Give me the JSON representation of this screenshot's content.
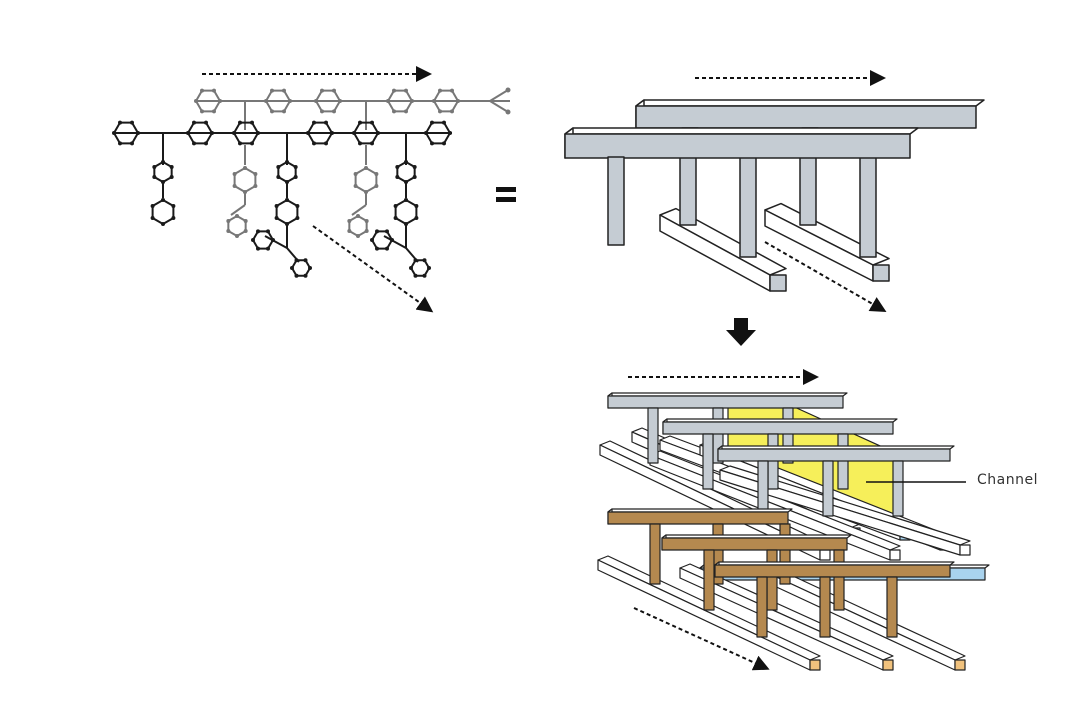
{
  "figure": {
    "panels": [
      {
        "id": "molecular-structure",
        "description": "Polymer backbone with phenyl rings and pendant side chains, two layers (black front, grey back)"
      },
      {
        "id": "schematic-single-layer",
        "description": "Simplified 3D T-beam schematic of the polymer layer pair"
      },
      {
        "id": "stacked-assembly",
        "description": "Stacked 3D assembly of grey, blue and orange comb layers forming a channel"
      }
    ],
    "symbols": {
      "equals": "=",
      "down_arrow": "down-arrow"
    },
    "annotations": {
      "channel_label": "Channel"
    },
    "colors": {
      "backbone_front": "#1a1a1a",
      "backbone_back": "#777777",
      "beam_grey": "#c5ccd3",
      "beam_blue": "#a9d3ee",
      "beam_white": "#ffffff",
      "beam_brown": "#b5894f",
      "beam_orange": "#f1c27d",
      "channel_yellow": "#f4ec3d",
      "outline": "#222222"
    }
  }
}
